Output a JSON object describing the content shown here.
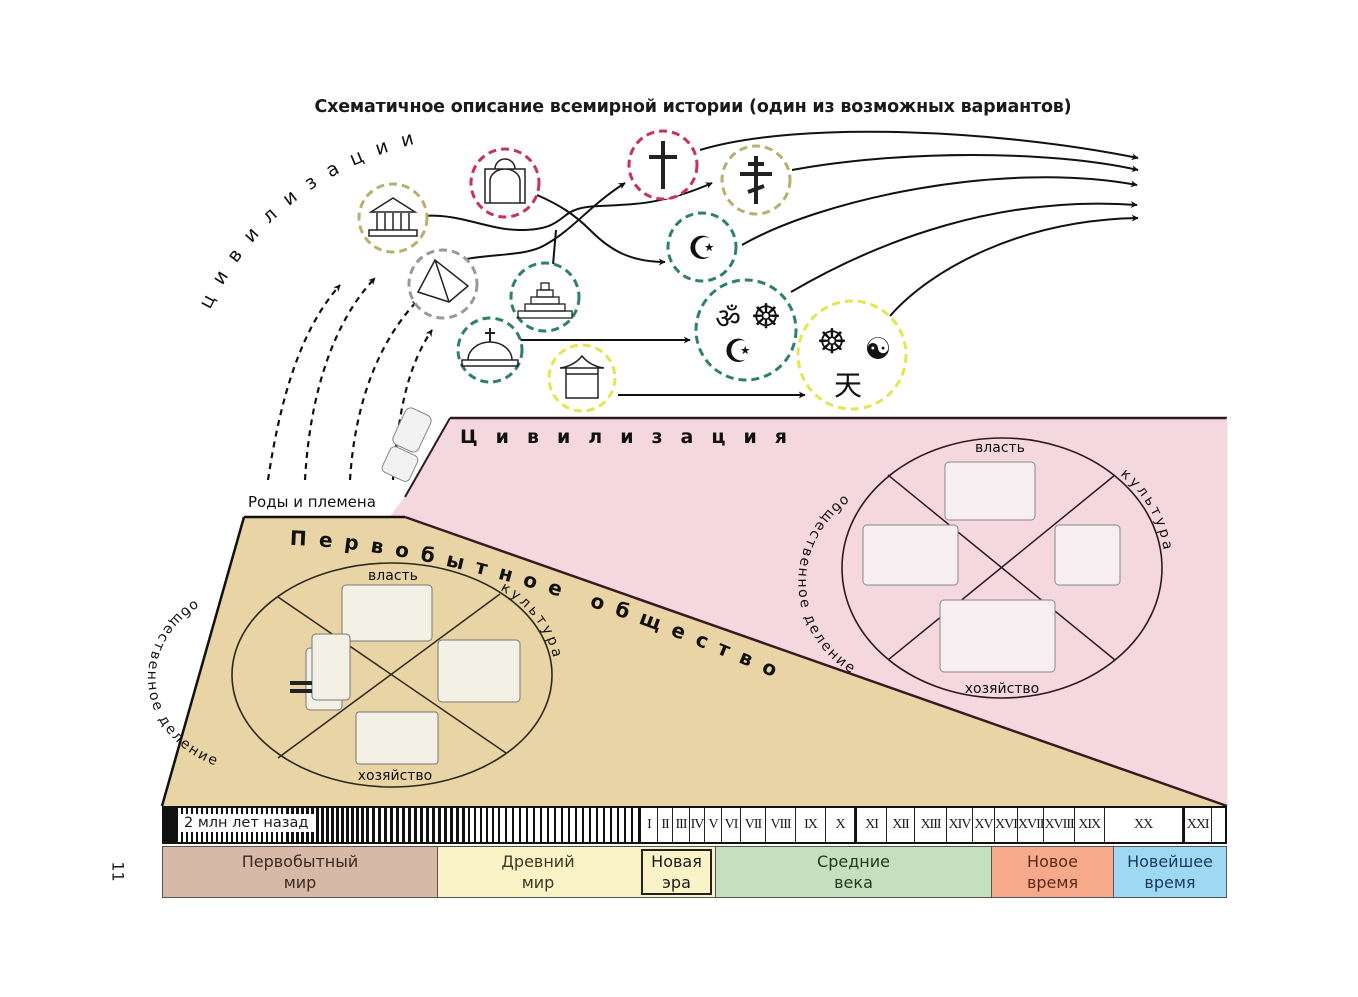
{
  "title": "Схематичное описание всемирной истории (один из возможных вариантов)",
  "page_number": "11",
  "colors": {
    "primitive_fill": "#e8d4a4",
    "civilization_fill": "#f5d7e0",
    "era_primitive": "#d6b9a6",
    "era_ancient": "#fbf3c8",
    "era_medieval": "#c5e0bf",
    "era_modern": "#f7a98c",
    "era_contemporary": "#9fd8f2",
    "ring_red": "#c8325a",
    "ring_khaki": "#b8b070",
    "ring_teal": "#2f7f70",
    "ring_gray": "#999999",
    "ring_yellow": "#e3e650"
  },
  "arc_label_civilizations": "цивилизации",
  "tribes_label": "Роды и племена",
  "civilization_label": "Цивилизация",
  "primitive_label": "Первобытное общество",
  "primitive_wheel": {
    "top": "власть",
    "bottom": "хозяйство",
    "right": "культура",
    "left": "общественное деление"
  },
  "civilization_wheel": {
    "top": "власть",
    "bottom": "хозяйство",
    "right": "культура",
    "left": "общественное деление"
  },
  "symbols": [
    {
      "id": "greek-temple",
      "ring": "khaki"
    },
    {
      "id": "pyramid",
      "ring": "gray"
    },
    {
      "id": "roman-arch",
      "ring": "red"
    },
    {
      "id": "ziggurat",
      "ring": "teal"
    },
    {
      "id": "stupa",
      "ring": "teal"
    },
    {
      "id": "pagoda",
      "ring": "yellow"
    },
    {
      "id": "latin-cross",
      "ring": "red"
    },
    {
      "id": "orthodox-cross",
      "ring": "khaki"
    },
    {
      "id": "crescent-star",
      "ring": "teal"
    },
    {
      "id": "om-dharma-crescent",
      "ring": "teal"
    },
    {
      "id": "dharma-yinyang-tian",
      "ring": "yellow"
    }
  ],
  "glyphs": {
    "crescent": "☪",
    "om": "ॐ",
    "dharma": "☸",
    "yinyang": "☯",
    "tian": "天"
  },
  "timeline": {
    "start_label": "2 млн лет назад",
    "centuries": [
      "I",
      "II",
      "III",
      "IV",
      "V",
      "VI",
      "VII",
      "VIII",
      "IX",
      "X",
      "XI",
      "XII",
      "XIII",
      "XIV",
      "XV",
      "XVI",
      "XVII",
      "XVIII",
      "XIX",
      "XX",
      "XXI"
    ]
  },
  "eras": [
    {
      "name": "Первобытный мир",
      "line1": "Первобытный",
      "line2": "мир"
    },
    {
      "name": "Древний мир",
      "line1": "Древний",
      "line2": "мир"
    },
    {
      "name": "Новая эра",
      "line1": "Новая",
      "line2": "эра"
    },
    {
      "name": "Средние века",
      "line1": "Средние",
      "line2": "века"
    },
    {
      "name": "Новое время",
      "line1": "Новое",
      "line2": "время"
    },
    {
      "name": "Новейшее время",
      "line1": "Новейшее",
      "line2": "время"
    }
  ]
}
